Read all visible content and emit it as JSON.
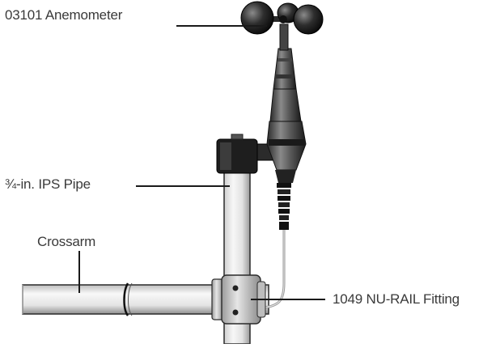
{
  "labels": {
    "anemometer": "03101 Anemometer",
    "pipe": "¾-in. IPS Pipe",
    "crossarm": "Crossarm",
    "nurail": "1049 NU-RAIL Fitting"
  },
  "colors": {
    "background": "#ffffff",
    "label_text": "#3a3a3a",
    "leader_line": "#1a1a1a",
    "pipe_fill_light": "#f4f4f4",
    "pipe_fill_mid": "#d6d6d6",
    "pipe_outline": "#2a2a2a",
    "sensor_dark": "#1c1c1c",
    "sensor_mid": "#6a6a6a",
    "fitting_fill": "#c8c8c8"
  }
}
